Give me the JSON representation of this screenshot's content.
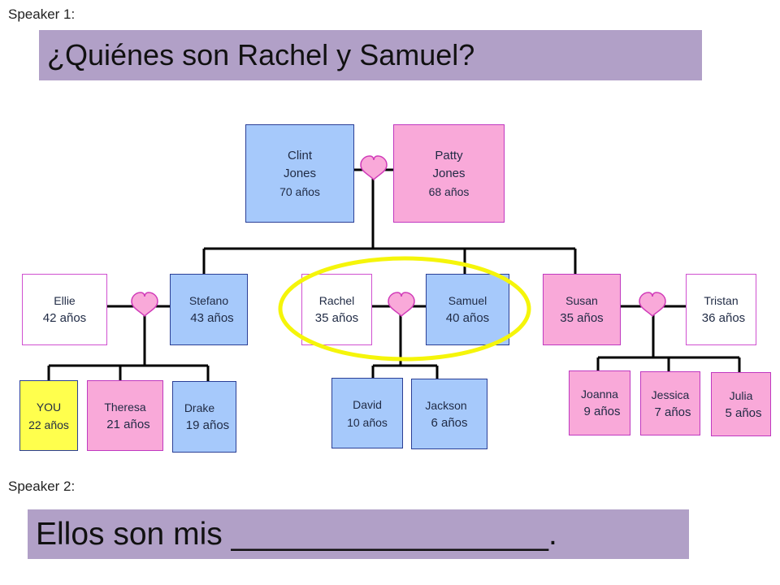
{
  "speaker1": "Speaker 1:",
  "question": "¿Quiénes son Rachel y Samuel?",
  "speaker2": "Speaker 2:",
  "answer": "Ellos son mis __________________.",
  "colors": {
    "banner": "#b1a0c7",
    "male_box": "#a6c9fb",
    "female_box": "#f9a9d9",
    "you_box": "#ffff4d",
    "in_law_box": "#ffffff",
    "heart": "#f9a9d9",
    "highlight_circle": "#f5f50a"
  },
  "icons": [
    "heart-icon",
    "highlight-circle"
  ],
  "people": {
    "clint": {
      "line1": "Clint",
      "line2": "Jones",
      "line3": "70 años"
    },
    "patty": {
      "line1": "Patty",
      "line2": "Jones",
      "line3": "68 años"
    },
    "ellie": {
      "line1": "Ellie",
      "line2": "42 años"
    },
    "stefano": {
      "line1": "Stefano",
      "line2": "43 años"
    },
    "rachel": {
      "line1": "Rachel",
      "line2": "35 años"
    },
    "samuel": {
      "line1": "Samuel",
      "line2": "40 años"
    },
    "susan": {
      "line1": "Susan",
      "line2": "35 años"
    },
    "tristan": {
      "line1": "Tristan",
      "line2": "36 años"
    },
    "you": {
      "line1": "YOU",
      "line2": "22 años"
    },
    "theresa": {
      "line1": "Theresa",
      "line2": "21 años"
    },
    "drake": {
      "line1": "Drake",
      "line2": "19 años"
    },
    "david": {
      "line1": "David",
      "line2": "10 años"
    },
    "jackson": {
      "line1": "Jackson",
      "line2": "6 años"
    },
    "joanna": {
      "line1": "Joanna",
      "line2": "9 años"
    },
    "jessica": {
      "line1": "Jessica",
      "line2": "7 años"
    },
    "julia": {
      "line1": "Julia",
      "line2": "5 años"
    }
  }
}
